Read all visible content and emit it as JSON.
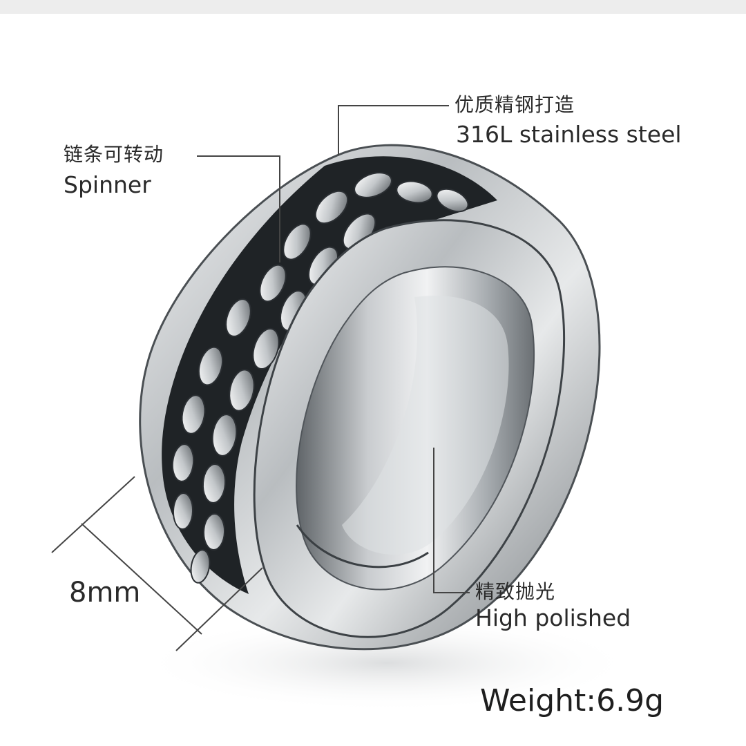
{
  "image": {
    "subject": "spinner-ring",
    "colors": {
      "background": "#ffffff",
      "top_bar": "#ededed",
      "text": "#2a2a2a",
      "leader_line": "#444444",
      "metal_light": "#eef0f1",
      "metal_mid": "#9ea3a7",
      "metal_dark": "#2b2f33"
    }
  },
  "annotations": {
    "steel": {
      "zh": "优质精钢打造",
      "en": "316L stainless steel"
    },
    "spinner": {
      "zh": "链条可转动",
      "en": "Spinner"
    },
    "width": {
      "value": "8mm"
    },
    "polish": {
      "zh": "精致抛光",
      "en": "High polished"
    },
    "weight": {
      "text": "Weight:6.9g"
    }
  }
}
